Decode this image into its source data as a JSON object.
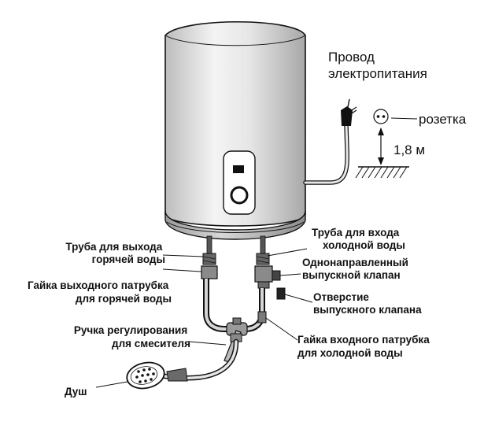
{
  "labels": {
    "power_cord": [
      "Провод",
      "электропитания"
    ],
    "socket": "розетка",
    "height": "1,8 м",
    "hot_pipe": [
      "Труба для выхода",
      "горячей воды"
    ],
    "cold_pipe": [
      "Труба для входа",
      "холодной воды"
    ],
    "hot_nut": [
      "Гайка выходного патрубка",
      "для горячей воды"
    ],
    "check_valve": [
      "Однонаправленный",
      "выпускной клапан"
    ],
    "valve_hole": [
      "Отверстие",
      "выпускного клапана"
    ],
    "mixer_handle": [
      "Ручка регулирования",
      "для смесителя"
    ],
    "cold_nut": [
      "Гайка входного патрубка",
      "для холодной воды"
    ],
    "shower": "Душ"
  }
}
